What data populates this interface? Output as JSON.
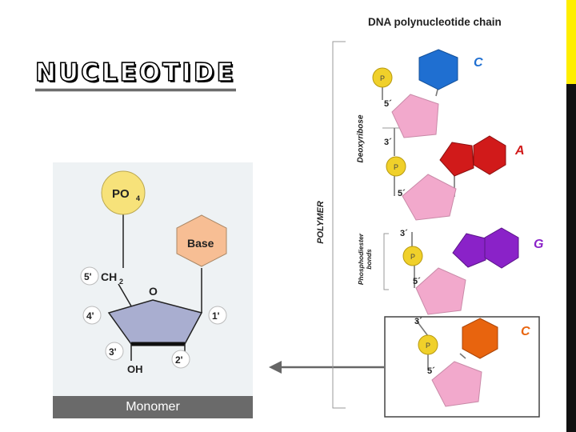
{
  "title": "NUCLEOTIDE",
  "monomer": {
    "caption": "Monomer",
    "phosphate": "PO",
    "phosphate_sub": "4",
    "base": "Base",
    "ch": "CH",
    "ch_sub": "2",
    "oxygen": "O",
    "hydroxyl": "OH",
    "c5": "5'",
    "c4": "4'",
    "c3": "3'",
    "c2": "2'",
    "c1": "1'"
  },
  "chain": {
    "title": "DNA polynucleotide chain",
    "polymer_label": "POLYMER",
    "deoxyribose_label": "Deoxyribose",
    "phosphodiester_label": "Phosphodiester bonds",
    "p_label": "P",
    "five_prime": "5´",
    "three_prime": "3´",
    "bases": [
      {
        "letter": "C",
        "color": "#1f6fd1"
      },
      {
        "letter": "A",
        "color": "#d11a1a"
      },
      {
        "letter": "G",
        "color": "#8a22c8"
      },
      {
        "letter": "C",
        "color": "#e8640e"
      }
    ]
  },
  "colors": {
    "sugar": "#f2a9cc",
    "phosphate": "#f0d02a",
    "monomer_sugar": "#a9aed0",
    "monomer_base": "#f7be94",
    "monomer_phosphate": "#f7e27a"
  }
}
